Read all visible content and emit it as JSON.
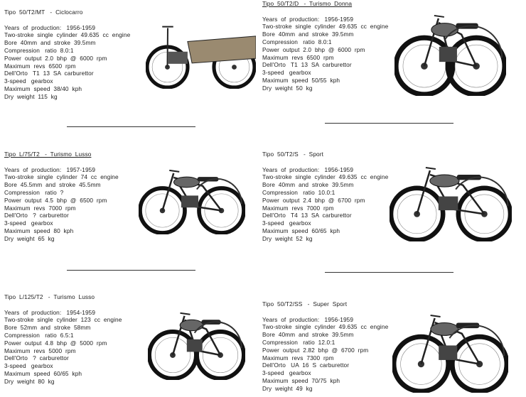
{
  "models": [
    {
      "title": "Tipo  50/T2/MT   -  Ciclocarro",
      "underlined": false,
      "specs": [
        "Years  of  production:   1956-1959",
        "Two-stroke  single  cylinder  49.635  cc  engine",
        "Bore  40mm  and  stroke  39.5mm",
        "Compression   ratio  8.0:1",
        "Power  output  2.0  bhp  @  6000  rpm",
        "Maximum  revs  6500  rpm",
        "Dell'Orto   T1  13  SA  carburettor",
        "3-speed   gearbox",
        "Maximum  speed  38/40  kph",
        "Dry  weight  115  kg"
      ]
    },
    {
      "title": "Tipo  50/T2/D   -  Turismo  Donna",
      "underlined": true,
      "specs": [
        "Years  of  production:   1956-1959",
        "Two-stroke  single  cylinder  49.635  cc  engine",
        "Bore  40mm  and  stroke  39.5mm",
        "Compression   ratio  8.0:1",
        "Power  output  2.0  bhp  @  6000  rpm",
        "Maximum  revs  6500  rpm",
        "Dell'Orto   T1  13  SA  carburettor",
        "3-speed   gearbox",
        "Maximum  speed  50/55  kph",
        "Dry  weight  50  kg"
      ]
    },
    {
      "title": "Tipo  L/75/T2   -  Turismo  Lusso",
      "underlined": true,
      "specs": [
        "Years  of  production:   1957-1959",
        "Two-stroke  single  cylinder  74  cc  engine",
        "Bore  45.5mm  and  stroke  45.5mm",
        "Compression   ratio  ?",
        "Power  output  4.5  bhp  @  6500  rpm",
        "Maximum  revs  7000  rpm",
        "Dell'Orto   ?  carburettor",
        "3-speed   gearbox",
        "Maximum  speed  80  kph",
        "Dry  weight  65  kg"
      ]
    },
    {
      "title": "Tipo  50/T2/S   -  Sport",
      "underlined": false,
      "specs": [
        "Years  of  production:   1956-1959",
        "Two-stroke  single  cylinder  49.635  cc  engine",
        "Bore  40mm  and  stroke  39.5mm",
        "Compression   ratio  10.0:1",
        "Power  output  2.4  bhp  @  6700  rpm",
        "Maximum  revs  7000  rpm",
        "Dell'Orto   T4  13  SA  carburettor",
        "3-speed   gearbox",
        "Maximum  speed  60/65  kph",
        "Dry  weight  52  kg"
      ]
    },
    {
      "title": "Tipo  L/125/T2   -  Turismo  Lusso",
      "underlined": false,
      "specs": [
        "Years  of  production:   1954-1959",
        "Two-stroke  single  cylinder  123  cc  engine",
        "Bore  52mm  and  stroke  58mm",
        "Compression   ratio  6.5:1",
        "Power  output  4.8  bhp  @  5000  rpm",
        "Maximum  revs  5000  rpm",
        "Dell'Orto   ?  carburettor",
        "3-speed   gearbox",
        "Maximum  speed  60/65  kph",
        "Dry  weight  80  kg"
      ]
    },
    {
      "title": "Tipo  50/T2/SS   -  Super  Sport",
      "underlined": false,
      "specs": [
        "Years  of  production:   1956-1959",
        "Two-stroke  single  cylinder  49.635  cc  engine",
        "Bore  40mm  and  stroke  39.5mm",
        "Compression   ratio  12.0:1",
        "Power  output  2.82  bhp  @  6700  rpm",
        "Maximum  revs  7300  rpm",
        "Dell'Orto   UA  16  S  carburettor",
        "3-speed   gearbox",
        "Maximum  speed  70/75  kph",
        "Dry  weight  49  kg"
      ]
    }
  ]
}
